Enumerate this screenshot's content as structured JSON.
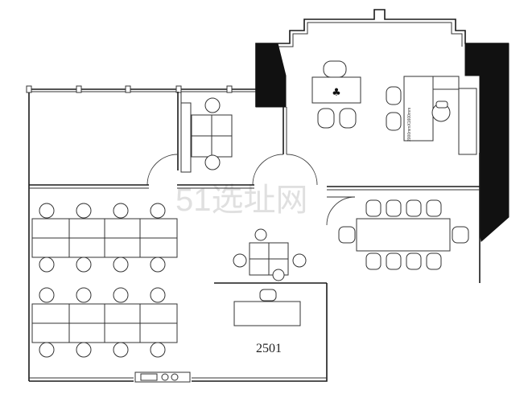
{
  "unit_label": "2501",
  "watermark": "51选址网",
  "desk_dimension": "2000mmX1600mm"
}
